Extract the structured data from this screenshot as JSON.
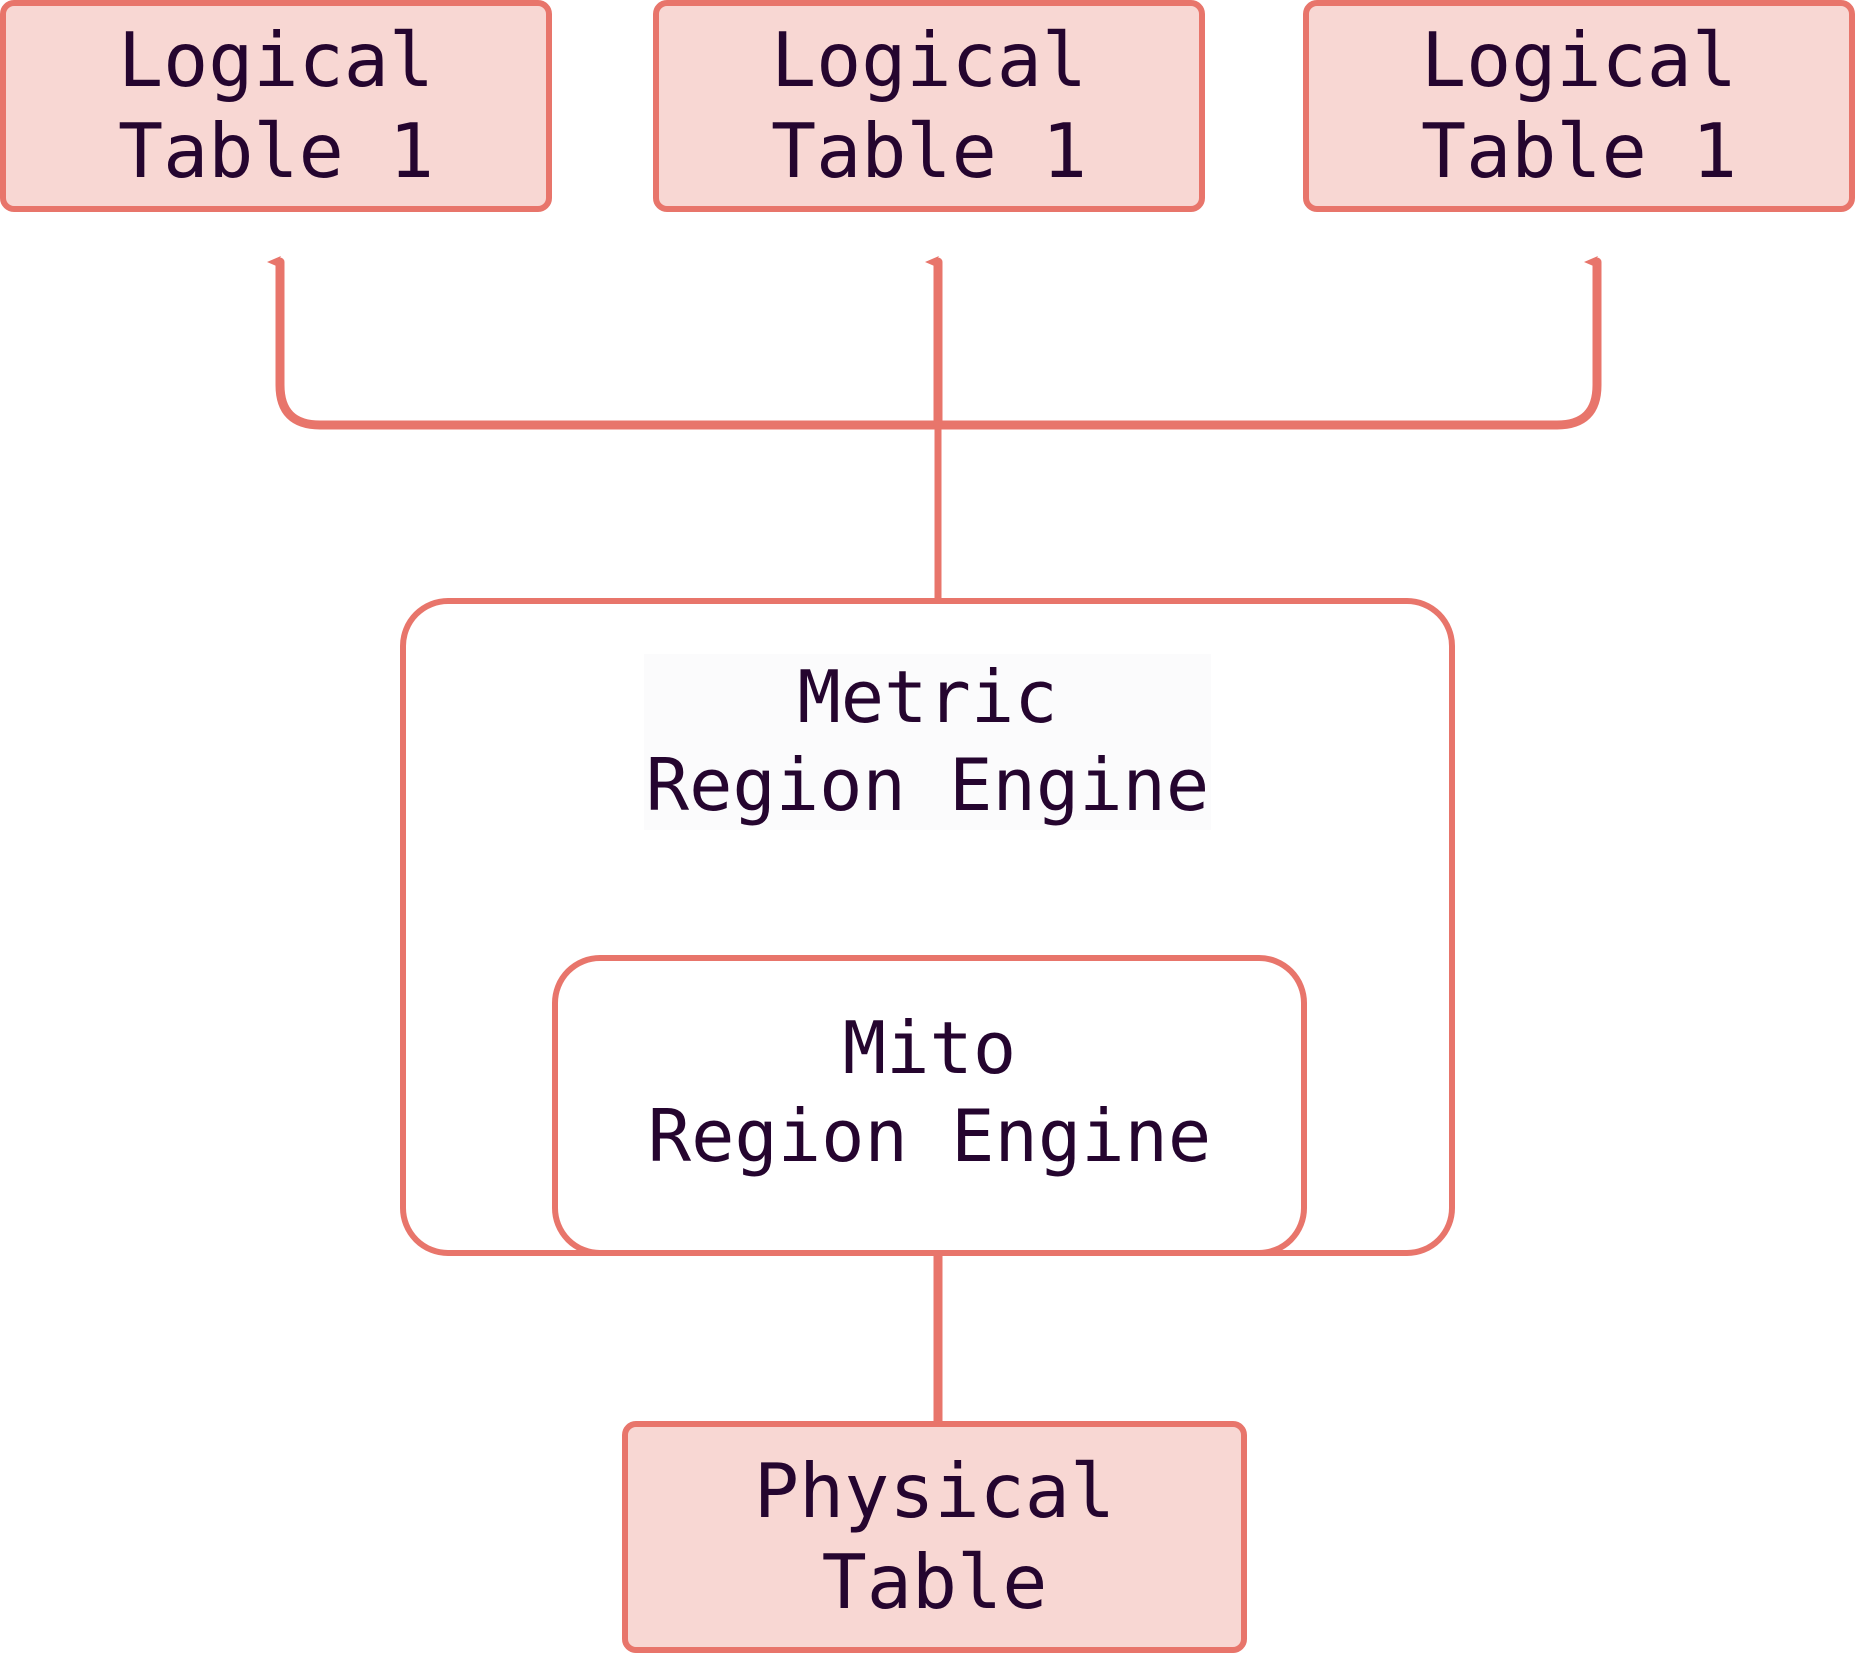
{
  "diagram": {
    "title": "Region engine layering",
    "type": "flow-diagram",
    "colors": {
      "node_fill": "#f8d7d3",
      "node_stroke": "#e8756b",
      "edge_stroke": "#e8756b",
      "text": "#25052f",
      "background": "#ffffff",
      "label_halo": "#fbfbfc"
    },
    "nodes": [
      {
        "id": "logical-table-1",
        "name": "logical-table-1",
        "lines": [
          "Logical",
          "Table 1"
        ],
        "style": "filled-rect"
      },
      {
        "id": "logical-table-2",
        "name": "logical-table-2",
        "lines": [
          "Logical",
          "Table 1"
        ],
        "style": "filled-rect"
      },
      {
        "id": "logical-table-3",
        "name": "logical-table-3",
        "lines": [
          "Logical",
          "Table 1"
        ],
        "style": "filled-rect"
      },
      {
        "id": "metric-region-engine",
        "name": "metric-region-engine",
        "lines": [
          "Metric",
          "Region Engine"
        ],
        "style": "outlined-rounded"
      },
      {
        "id": "mito-region-engine",
        "name": "mito-region-engine",
        "lines": [
          "Mito",
          "Region Engine"
        ],
        "style": "outlined-rounded"
      },
      {
        "id": "physical-table",
        "name": "physical-table",
        "lines": [
          "Physical",
          "Table"
        ],
        "style": "filled-rect"
      }
    ],
    "edges": [
      {
        "from": "metric-region-engine",
        "to": "logical-table-1",
        "arrow": "up"
      },
      {
        "from": "metric-region-engine",
        "to": "logical-table-2",
        "arrow": "up"
      },
      {
        "from": "metric-region-engine",
        "to": "logical-table-3",
        "arrow": "up"
      },
      {
        "from": "physical-table",
        "to": "mito-region-engine",
        "arrow": "up"
      }
    ]
  }
}
